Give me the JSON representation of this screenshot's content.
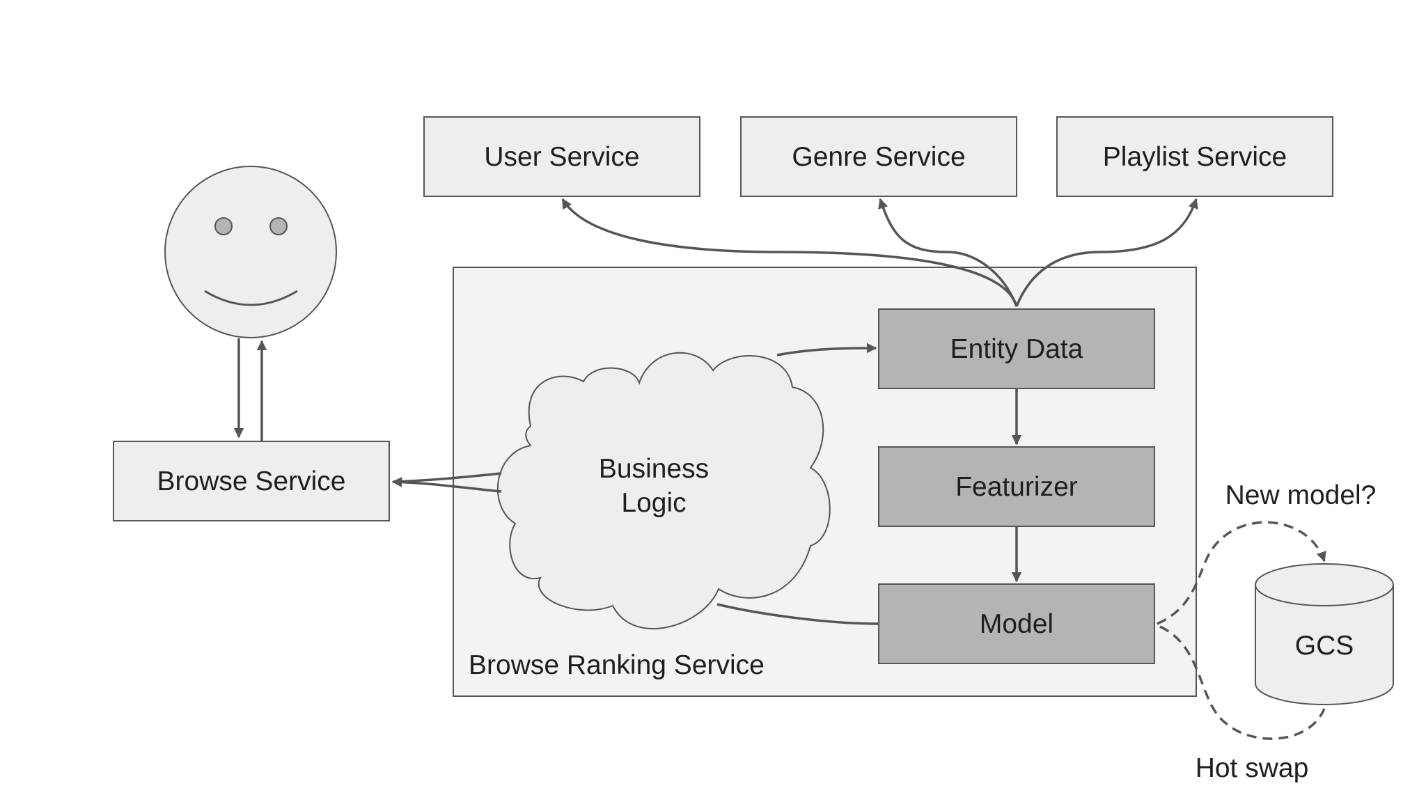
{
  "nodes": {
    "user_service": "User Service",
    "genre_service": "Genre Service",
    "playlist_service": "Playlist Service",
    "browse_service": "Browse Service",
    "browse_ranking_service": "Browse Ranking Service",
    "entity_data": "Entity Data",
    "featurizer": "Featurizer",
    "model": "Model",
    "business_logic_line1": "Business",
    "business_logic_line2": "Logic",
    "gcs": "GCS"
  },
  "annotations": {
    "new_model": "New model?",
    "hot_swap": "Hot swap"
  },
  "colors": {
    "light_box": "#eeeeee",
    "dark_box": "#b4b4b4",
    "stroke": "#555555",
    "text": "#1e1e1e"
  }
}
